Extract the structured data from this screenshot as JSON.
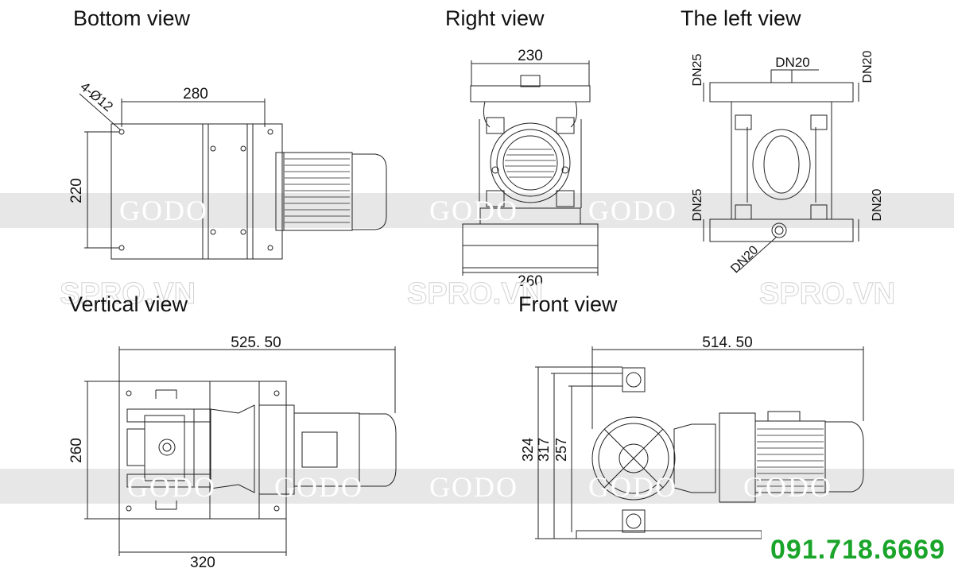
{
  "views": {
    "bottom": "Bottom view",
    "right": "Right view",
    "left": "The left view",
    "vertical": "Vertical view",
    "front": "Front view"
  },
  "dimensions": {
    "bottom_width": "280",
    "bottom_height": "220",
    "bottom_holes": "4-Ø12",
    "right_top": "230",
    "right_bottom": "260",
    "left_dn25_top": "DN25",
    "left_dn20_top_center": "DN20",
    "left_dn20_top_right": "DN20",
    "left_dn25_bottom": "DN25",
    "left_dn20_bottom_right": "DN20",
    "left_dn20_diag": "DN20",
    "vertical_width": "525. 50",
    "vertical_height": "260",
    "vertical_bottom": "320",
    "front_width": "514. 50",
    "front_h1": "324",
    "front_h2": "317",
    "front_h3": "257"
  },
  "watermarks": {
    "godo": "GODO",
    "spro": "SPRO.VN"
  },
  "phone": "091.718.6669",
  "colors": {
    "line": "#222222",
    "band": "#e7e7e7",
    "phone": "#1aa52a"
  }
}
